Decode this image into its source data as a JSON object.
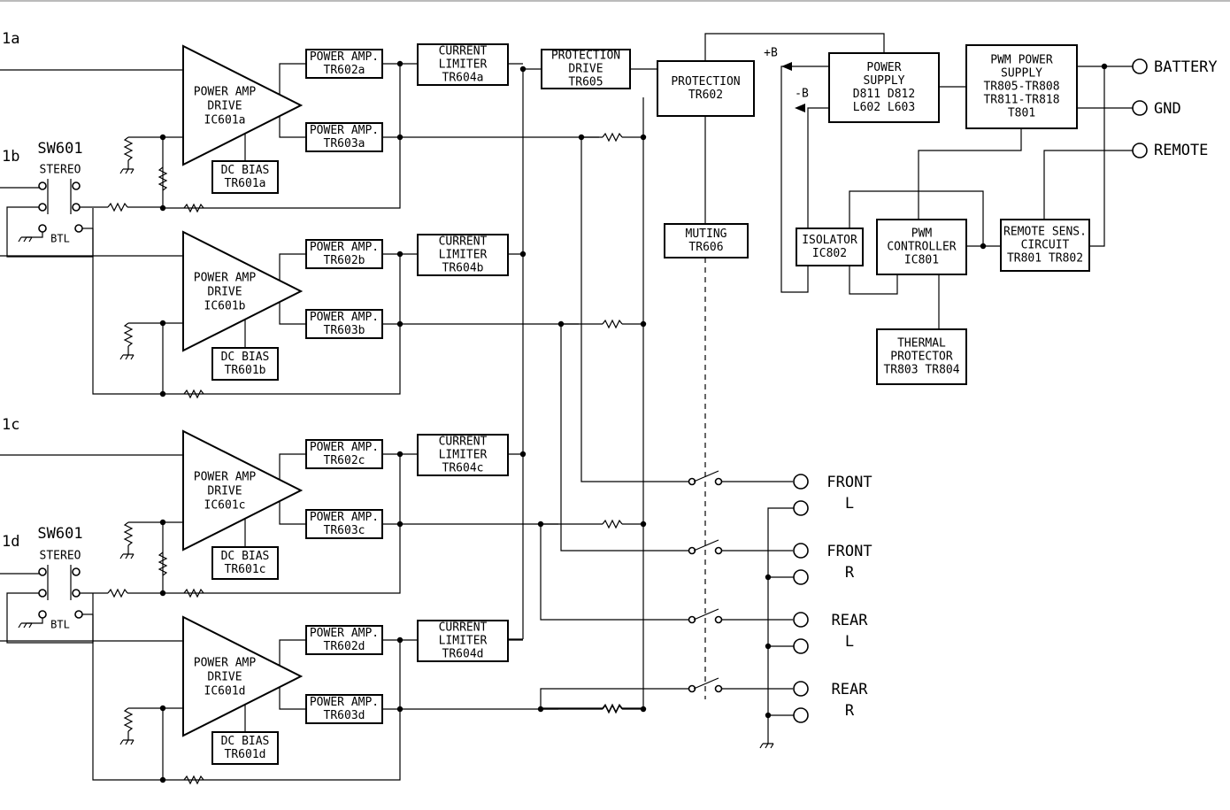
{
  "colors": {
    "line": "#000000",
    "background": "#ffffff",
    "top_rule": "#bbbbbb"
  },
  "inputs": [
    "1a",
    "1b",
    "1c",
    "1d"
  ],
  "channels": [
    {
      "amp": [
        "POWER AMP",
        "DRIVE",
        "IC601a"
      ],
      "bias": [
        "DC BIAS",
        "TR601a"
      ],
      "pa1": [
        "POWER AMP.",
        "TR602a"
      ],
      "pa2": [
        "POWER AMP.",
        "TR603a"
      ],
      "lim": [
        "CURRENT",
        "LIMITER",
        "TR604a"
      ]
    },
    {
      "amp": [
        "POWER AMP",
        "DRIVE",
        "IC601b"
      ],
      "bias": [
        "DC BIAS",
        "TR601b"
      ],
      "pa1": [
        "POWER AMP.",
        "TR602b"
      ],
      "pa2": [
        "POWER AMP.",
        "TR603b"
      ],
      "lim": [
        "CURRENT",
        "LIMITER",
        "TR604b"
      ]
    },
    {
      "amp": [
        "POWER AMP",
        "DRIVE",
        "IC601c"
      ],
      "bias": [
        "DC BIAS",
        "TR601c"
      ],
      "pa1": [
        "POWER AMP.",
        "TR602c"
      ],
      "pa2": [
        "POWER AMP.",
        "TR603c"
      ],
      "lim": [
        "CURRENT",
        "LIMITER",
        "TR604c"
      ]
    },
    {
      "amp": [
        "POWER AMP",
        "DRIVE",
        "IC601d"
      ],
      "bias": [
        "DC BIAS",
        "TR601d"
      ],
      "pa1": [
        "POWER AMP.",
        "TR602d"
      ],
      "pa2": [
        "POWER AMP.",
        "TR603d"
      ],
      "lim": [
        "CURRENT",
        "LIMITER",
        "TR604d"
      ]
    }
  ],
  "switches": [
    {
      "name": "SW601",
      "stereo": "STEREO",
      "btl": "BTL"
    },
    {
      "name": "SW601",
      "stereo": "STEREO",
      "btl": "BTL"
    }
  ],
  "protection_drive": [
    "PROTECTION",
    "DRIVE",
    "TR605"
  ],
  "protection": [
    "PROTECTION",
    "TR602"
  ],
  "muting": [
    "MUTING",
    "TR606"
  ],
  "power_supply": [
    "POWER",
    "SUPPLY",
    "D811 D812",
    "L602 L603"
  ],
  "pwm_power_supply": [
    "PWM POWER",
    "SUPPLY",
    "TR805-TR808",
    "TR811-TR818",
    "T801"
  ],
  "isolator": [
    "ISOLATOR",
    "IC802"
  ],
  "pwm_controller": [
    "PWM",
    "CONTROLLER",
    "IC801"
  ],
  "remote_sens": [
    "REMOTE SENS.",
    "CIRCUIT",
    "TR801 TR802"
  ],
  "thermal": [
    "THERMAL",
    "PROTECTOR",
    "TR803 TR804"
  ],
  "rails": {
    "plus": "+B",
    "minus": "-B"
  },
  "supply_terminals": [
    "BATTERY",
    "GND",
    "REMOTE"
  ],
  "speaker_outputs": [
    {
      "line1": "FRONT",
      "line2": "L"
    },
    {
      "line1": "FRONT",
      "line2": "R"
    },
    {
      "line1": "REAR",
      "line2": "L"
    },
    {
      "line1": "REAR",
      "line2": "R"
    }
  ]
}
